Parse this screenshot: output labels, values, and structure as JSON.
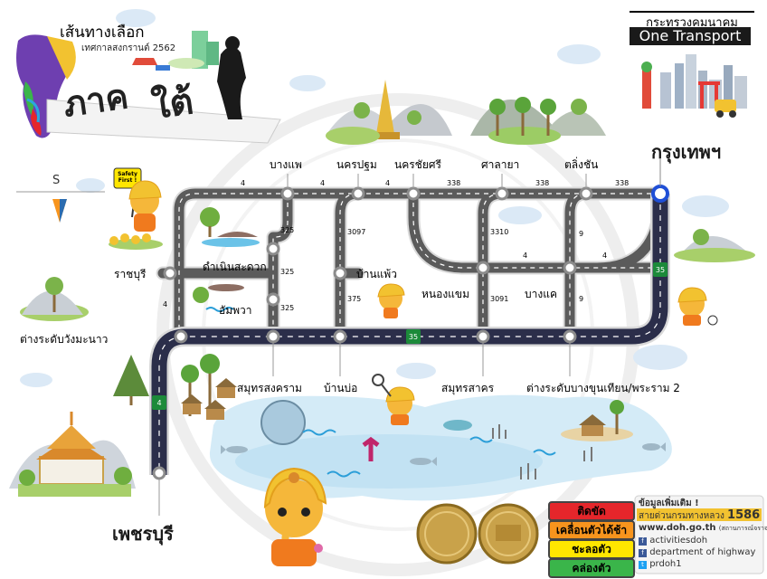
{
  "header": {
    "title_small": "เส้นทางเลือก",
    "subtitle": "เทศกาลสงกรานต์ 2562",
    "title_big_1": "ภาค",
    "title_big_2": "ใต้"
  },
  "brand": {
    "ministry": "กระทรวงคมนาคม",
    "name": "One Transport"
  },
  "compass": {
    "label": "S"
  },
  "mascot_sign": "Safety First !",
  "places": {
    "bangkok": "กรุงเทพฯ",
    "phetchaburi": "เพชรบุรี",
    "bang_phae": "บางแพ",
    "nakhon_pathom": "นครปฐม",
    "nakhon_chai_si": "นครชัยศรี",
    "sala_ya": "ศาลายา",
    "taling_chan": "ตลิ่งชัน",
    "ratchaburi": "ราชบุรี",
    "damnoen": "ดำเนินสะดวก",
    "amphawa": "อัมพวา",
    "ban_phaeo": "บ้านแพ้ว",
    "nong_khaem": "หนองแขม",
    "bang_khae": "บางแค",
    "wang_manao": "ต่างระดับวังมะนาว",
    "samut_songkhram": "สมุทรสงคราม",
    "ban_bo": "บ้านบ่อ",
    "samut_sakhon": "สมุทรสาคร",
    "bang_khun_thian": "ต่างระดับบางขุนเทียน/พระราม 2"
  },
  "routes": {
    "r4": "4",
    "r338": "338",
    "r325": "325",
    "r3097": "3097",
    "r375": "375",
    "r3310": "3310",
    "r3091": "3091",
    "r9": "9",
    "r35": "35"
  },
  "legend": [
    {
      "label": "ติดขัด",
      "color": "#e5262b"
    },
    {
      "label": "เคลื่อนตัวได้ช้า",
      "color": "#f7941d"
    },
    {
      "label": "ชะลอตัว",
      "color": "#ffe600"
    },
    {
      "label": "คล่องตัว",
      "color": "#3ab54a"
    }
  ],
  "info": {
    "heading": "ข้อมูลเพิ่มเติม !",
    "hotline_label": "สายด่วนกรมทางหลวง",
    "hotline": "1586",
    "website": "www.doh.go.th",
    "website_note": "(สถานการณ์จราจร)",
    "facebook_1": "activitiesdoh",
    "facebook_2": "department of highway",
    "twitter": "prdoh1"
  },
  "colors": {
    "road": "#5b5b5b",
    "road_edge": "#d9d9d9",
    "highway": "#2b2e4a",
    "bangkok_marker": "#1f4fd6",
    "water": "#cfe8f7"
  }
}
